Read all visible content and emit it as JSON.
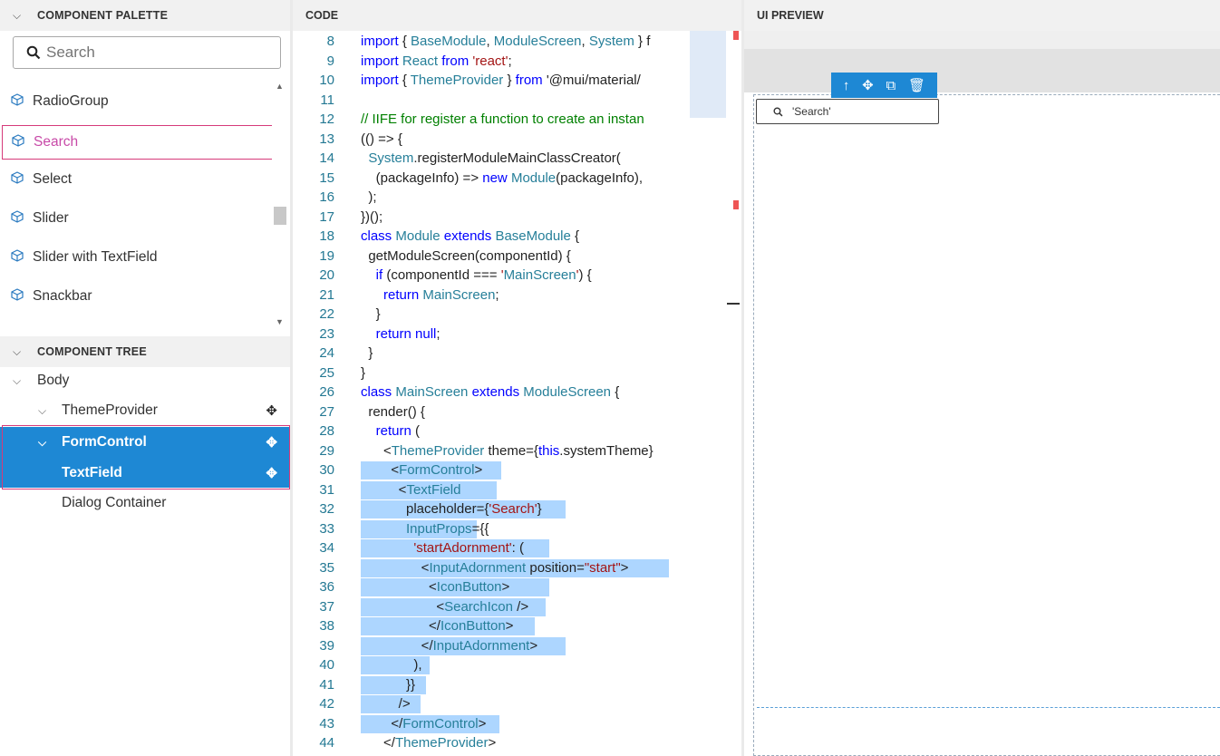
{
  "palette": {
    "header": "COMPONENT PALETTE",
    "search_placeholder": "Search",
    "items": [
      {
        "label": "RadioGroup"
      },
      {
        "label": "Search"
      },
      {
        "label": "Select"
      },
      {
        "label": "Slider"
      },
      {
        "label": "Slider with TextField"
      },
      {
        "label": "Snackbar"
      }
    ],
    "selected": "Search"
  },
  "tree": {
    "header": "COMPONENT TREE",
    "items": [
      {
        "label": "Body"
      },
      {
        "label": "ThemeProvider"
      },
      {
        "label": "FormControl"
      },
      {
        "label": "TextField"
      },
      {
        "label": "Dialog Container"
      }
    ]
  },
  "code": {
    "header": "CODE",
    "lines": [
      {
        "n": "8",
        "text": "import { BaseModule, ModuleScreen, System } f"
      },
      {
        "n": "9",
        "text": "import React from 'react';"
      },
      {
        "n": "10",
        "text": "import { ThemeProvider } from '@mui/material/"
      },
      {
        "n": "11",
        "text": ""
      },
      {
        "n": "12",
        "text": "// IIFE for register a function to create an instan"
      },
      {
        "n": "13",
        "text": "(() => {"
      },
      {
        "n": "14",
        "text": "  System.registerModuleMainClassCreator("
      },
      {
        "n": "15",
        "text": "    (packageInfo) => new Module(packageInfo),"
      },
      {
        "n": "16",
        "text": "  );"
      },
      {
        "n": "17",
        "text": "})();"
      },
      {
        "n": "18",
        "text": "class Module extends BaseModule {"
      },
      {
        "n": "19",
        "text": "  getModuleScreen(componentId) {"
      },
      {
        "n": "20",
        "text": "    if (componentId === 'MainScreen') {"
      },
      {
        "n": "21",
        "text": "      return MainScreen;"
      },
      {
        "n": "22",
        "text": "    }"
      },
      {
        "n": "23",
        "text": "    return null;"
      },
      {
        "n": "24",
        "text": "  }"
      },
      {
        "n": "25",
        "text": "}"
      },
      {
        "n": "26",
        "text": "class MainScreen extends ModuleScreen {"
      },
      {
        "n": "27",
        "text": "  render() {"
      },
      {
        "n": "28",
        "text": "    return ("
      },
      {
        "n": "29",
        "text": "      <ThemeProvider theme={this.systemTheme}"
      },
      {
        "n": "30",
        "text": "        <FormControl>"
      },
      {
        "n": "31",
        "text": "          <TextField"
      },
      {
        "n": "32",
        "text": "            placeholder={'Search'}"
      },
      {
        "n": "33",
        "text": "            InputProps={{"
      },
      {
        "n": "34",
        "text": "              'startAdornment': ("
      },
      {
        "n": "35",
        "text": "                <InputAdornment position=\"start\">"
      },
      {
        "n": "36",
        "text": "                  <IconButton>"
      },
      {
        "n": "37",
        "text": "                    <SearchIcon />"
      },
      {
        "n": "38",
        "text": "                  </IconButton>"
      },
      {
        "n": "39",
        "text": "                </InputAdornment>"
      },
      {
        "n": "40",
        "text": "              ),"
      },
      {
        "n": "41",
        "text": "            }}"
      },
      {
        "n": "42",
        "text": "          />"
      },
      {
        "n": "43",
        "text": "        </FormControl>"
      },
      {
        "n": "44",
        "text": "      </ThemeProvider>"
      }
    ]
  },
  "preview": {
    "header": "UI PREVIEW",
    "search_text": "'Search'",
    "toolbar_icons": [
      "arrow-up-icon",
      "move-icon",
      "copy-icon",
      "delete-icon"
    ]
  },
  "colors": {
    "accent": "#1e88d4",
    "selection_border": "#d63a7a",
    "code_highlight": "#add6ff"
  }
}
